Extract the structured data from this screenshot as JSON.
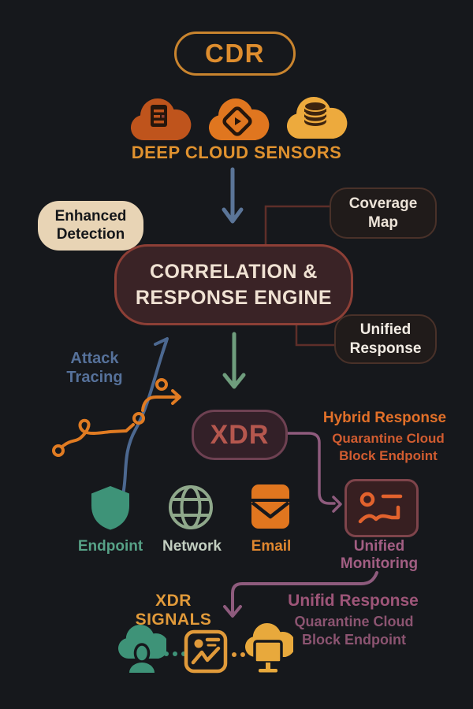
{
  "colors": {
    "background": "#16181c",
    "orange_accent": "#de8d2e",
    "cloud_dark_orange": "#bf541c",
    "cloud_orange": "#e0761f",
    "cloud_amber": "#edaa3d",
    "cream": "#e8d4b5",
    "engine_fill": "#3a2326",
    "engine_border": "#8d3f36",
    "steel_blue": "#56719a",
    "sage_green": "#6f9d7d",
    "teal": "#3e9378",
    "mauve_purple": "#8e5b7d",
    "xdr_text": "#b5574e",
    "hybrid_orange": "#e27029",
    "action_orange": "#d15c30",
    "connector_dark_red": "#5e2e29"
  },
  "nodes": {
    "cdr": {
      "label": "CDR"
    },
    "sensors": {
      "label": "DEEP CLOUD SENSORS"
    },
    "enhanced_detection": {
      "line1": "Enhanced",
      "line2": "Detection"
    },
    "coverage_map": {
      "line1": "Coverage",
      "line2": "Map"
    },
    "engine": {
      "line1": "CORRELATION &",
      "line2": "RESPONSE ENGINE"
    },
    "unified_response": {
      "line1": "Unified",
      "line2": "Response"
    },
    "attack_tracing": {
      "line1": "Attack",
      "line2": "Tracing"
    },
    "xdr": {
      "label": "XDR"
    },
    "hybrid_response": {
      "title": "Hybrid Response",
      "action1": "Quarantine Cloud",
      "action2": "Block Endpoint"
    },
    "unified_monitoring": {
      "line1": "Unified",
      "line2": "Monitoring"
    }
  },
  "signal_sources": {
    "endpoint": "Endpoint",
    "network": "Network",
    "email": "Email"
  },
  "bottom": {
    "xdr_signals": "XDR SIGNALS",
    "unifid_response": {
      "title": "Unifid Response",
      "action1": "Quarantine Cloud",
      "action2": "Block Endpoint"
    }
  },
  "icons": {
    "document_cloud": "document-cloud-icon",
    "scan_cloud": "scan-cloud-icon",
    "database_cloud": "database-cloud-icon",
    "endpoint_shield": "shield-icon",
    "network_globe": "globe-icon",
    "email_envelope": "envelope-icon",
    "unified_monitoring": "monitoring-screen-icon",
    "cloud_user": "cloud-user-icon",
    "signal_chart": "chart-square-icon",
    "cloud_monitor": "cloud-monitor-icon"
  }
}
